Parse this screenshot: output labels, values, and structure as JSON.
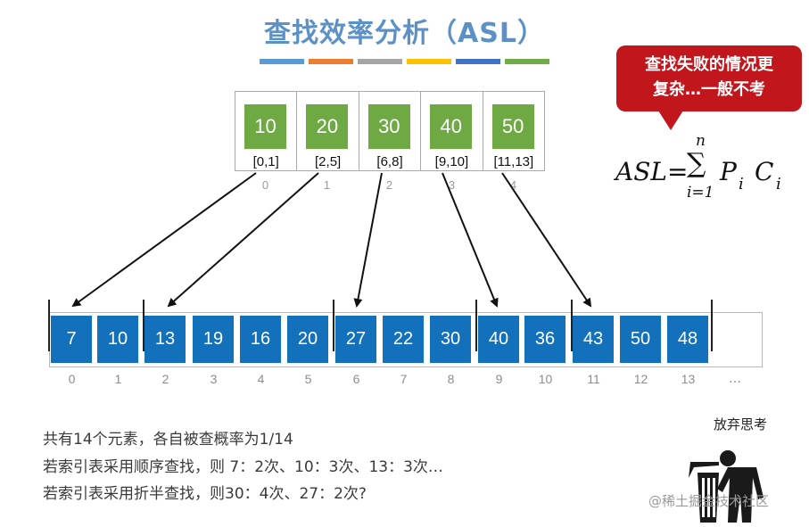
{
  "title": "查找效率分析（ASL）",
  "strip_colors": [
    "#5b9bd5",
    "#ed7d31",
    "#a5a5a5",
    "#ffc000",
    "#4472c4",
    "#70ad47"
  ],
  "index_table": {
    "values": [
      "10",
      "20",
      "30",
      "40",
      "50"
    ],
    "ranges": [
      "[0,1]",
      "[2,5]",
      "[6,8]",
      "[9,10]",
      "[11,13]"
    ],
    "positions": [
      "0",
      "1",
      "2",
      "3",
      "4"
    ]
  },
  "callout": {
    "line1": "查找失败的情况更",
    "line2": "复杂…一般不考"
  },
  "formula": {
    "lhs": "ASL=",
    "sigma": "∑",
    "upper": "n",
    "lower": "i=1",
    "p": "P",
    "p_sub": "i",
    "c": "C",
    "c_sub": "i"
  },
  "main_table": {
    "values": [
      "7",
      "10",
      "13",
      "19",
      "16",
      "20",
      "27",
      "22",
      "30",
      "40",
      "36",
      "43",
      "50",
      "48"
    ],
    "positions": [
      "0",
      "1",
      "2",
      "3",
      "4",
      "5",
      "6",
      "7",
      "8",
      "9",
      "10",
      "11",
      "12",
      "13"
    ],
    "ellipsis": "…"
  },
  "description": {
    "line1": "共有14个元素，各自被查概率为1/14",
    "line2": "若索引表采用顺序查找，则 7：2次、10：3次、13：3次…",
    "line3": "若索引表采用折半查找，则30：4次、27：2次?"
  },
  "give_up_label": "放弃思考",
  "watermark": "@稀土掘金技术社区",
  "colors": {
    "title": "#5c91c7",
    "index_cell": "#6ea943",
    "main_cell": "#1370bb",
    "callout": "#c0161c"
  }
}
